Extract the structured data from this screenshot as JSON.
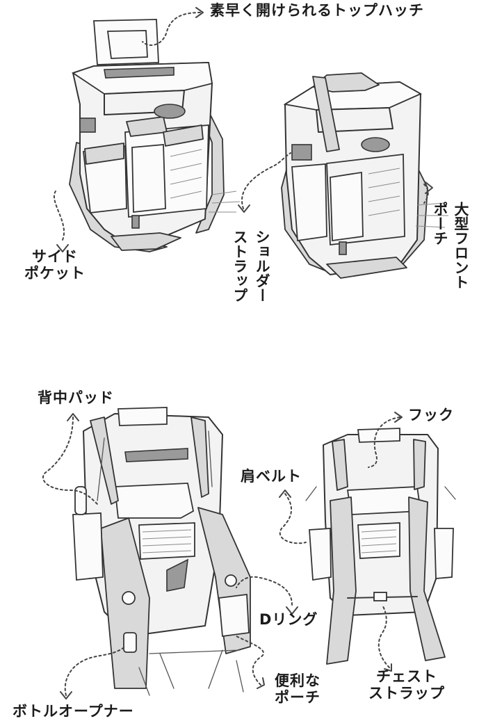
{
  "labels": {
    "top_hatch": "素早く開けられるトップハッチ",
    "side_pocket": "サイド\nポケット",
    "shoulder_strap_col1": "ショルダー",
    "shoulder_strap_col2": "ストラップ",
    "front_pouch_col1": "大型フロント",
    "front_pouch_col2": "ポーチ",
    "back_pad": "背中パッド",
    "hook": "フック",
    "shoulder_belt": "肩ベルト",
    "d_ring": "Dリング",
    "handy_pouch": "便利な\nポーチ",
    "bottle_opener": "ボトルオープナー",
    "chest_strap": "チェスト\nストラップ"
  },
  "icons": [
    "backpack-cooler-front-left-illustration",
    "backpack-cooler-front-right-illustration",
    "backpack-cooler-back-harness-illustration",
    "backpack-cooler-back-straps-illustration",
    "dotted-arrow-icon"
  ],
  "colors": {
    "line": "#333333",
    "strap": "#d9d9d9",
    "background": "#ffffff"
  }
}
